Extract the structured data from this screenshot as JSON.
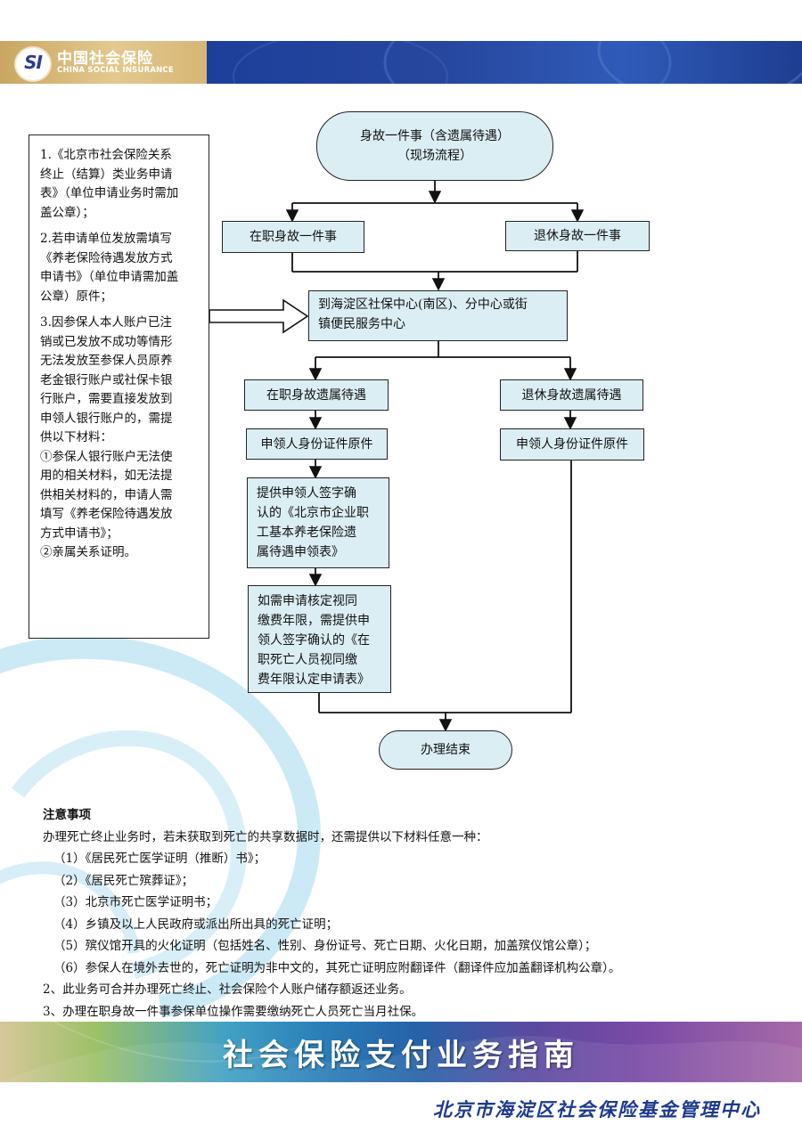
{
  "header": {
    "logo_mark": "SI",
    "logo_cn": "中国社会保险",
    "logo_en": "CHINA SOCIAL INSURANCE",
    "colors": {
      "gold": "#d6b676",
      "blue": "#27479f"
    }
  },
  "flow": {
    "start": {
      "line1": "身故一件事（含遗属待遇）",
      "line2": "（现场流程）"
    },
    "branch_working": "在职身故一件事",
    "branch_retired": "退休身故一件事",
    "center": {
      "line1": "到海淀区社保中心(南区)、分中心或街",
      "line2": "镇便民服务中心"
    },
    "working_survivor": "在职身故遗属待遇",
    "retired_survivor": "退休身故遗属待遇",
    "working_id": "申领人身份证件原件",
    "retired_id": "申领人身份证件原件",
    "working_form": [
      "提供申领人签字确",
      "认的《北京市企业职",
      "工基本养老保险遗",
      "属待遇申领表》"
    ],
    "working_optional": [
      "如需申请核定视同",
      "缴费年限，需提供申",
      "领人签字确认的《在",
      "职死亡人员视同缴",
      "费年限认定申请表》"
    ],
    "end": "办理结束",
    "box_fill": "#dbeef4"
  },
  "left_note": {
    "item1": [
      "1.《北京市社会保险关系",
      "终止（结算）类业务申请",
      "表》（单位申请业务时需加",
      "盖公章）；"
    ],
    "item2": [
      "2.若申请单位发放需填写",
      "《养老保险待遇发放方式",
      "申请书》（单位申请需加盖",
      "公章）原件；"
    ],
    "item3": [
      "3.因参保人本人账户已注",
      "销或已发放不成功等情形",
      "无法发放至参保人员原养",
      "老金银行账户或社保卡银",
      "行账户，需要直接发放到",
      "申领人银行账户的，需提",
      "供以下材料：",
      "①参保人银行账户无法使",
      "用的相关材料，如无法提",
      "供相关材料的，申请人需",
      "填写《养老保险待遇发放",
      "方式申请书》；",
      "②亲属关系证明。"
    ]
  },
  "notes": {
    "title": "注意事项",
    "intro": "办理死亡终止业务时，若未获取到死亡的共享数据时，还需提供以下材料任意一种：",
    "items": [
      "（1）《居民死亡医学证明（推断）书》；",
      "（2）《居民死亡殡葬证》；",
      "（3）北京市死亡医学证明书；",
      "（4）乡镇及以上人民政府或派出所出具的死亡证明；",
      "（5）殡仪馆开具的火化证明（包括姓名、性别、身份证号、死亡日期、火化日期，加盖殡仪馆公章）；",
      "（6）参保人在境外去世的，死亡证明为非中文的，其死亡证明应附翻译件（翻译件应加盖翻译机构公章）。"
    ],
    "point2": "2、此业务可合并办理死亡终止、社会保险个人账户储存额返还业务。",
    "point3": "3、办理在职身故一件事参保单位操作需要缴纳死亡人员死亡当月社保。"
  },
  "footer": {
    "title": "社会保险支付业务指南",
    "org": "北京市海淀区社会保险基金管理中心"
  }
}
